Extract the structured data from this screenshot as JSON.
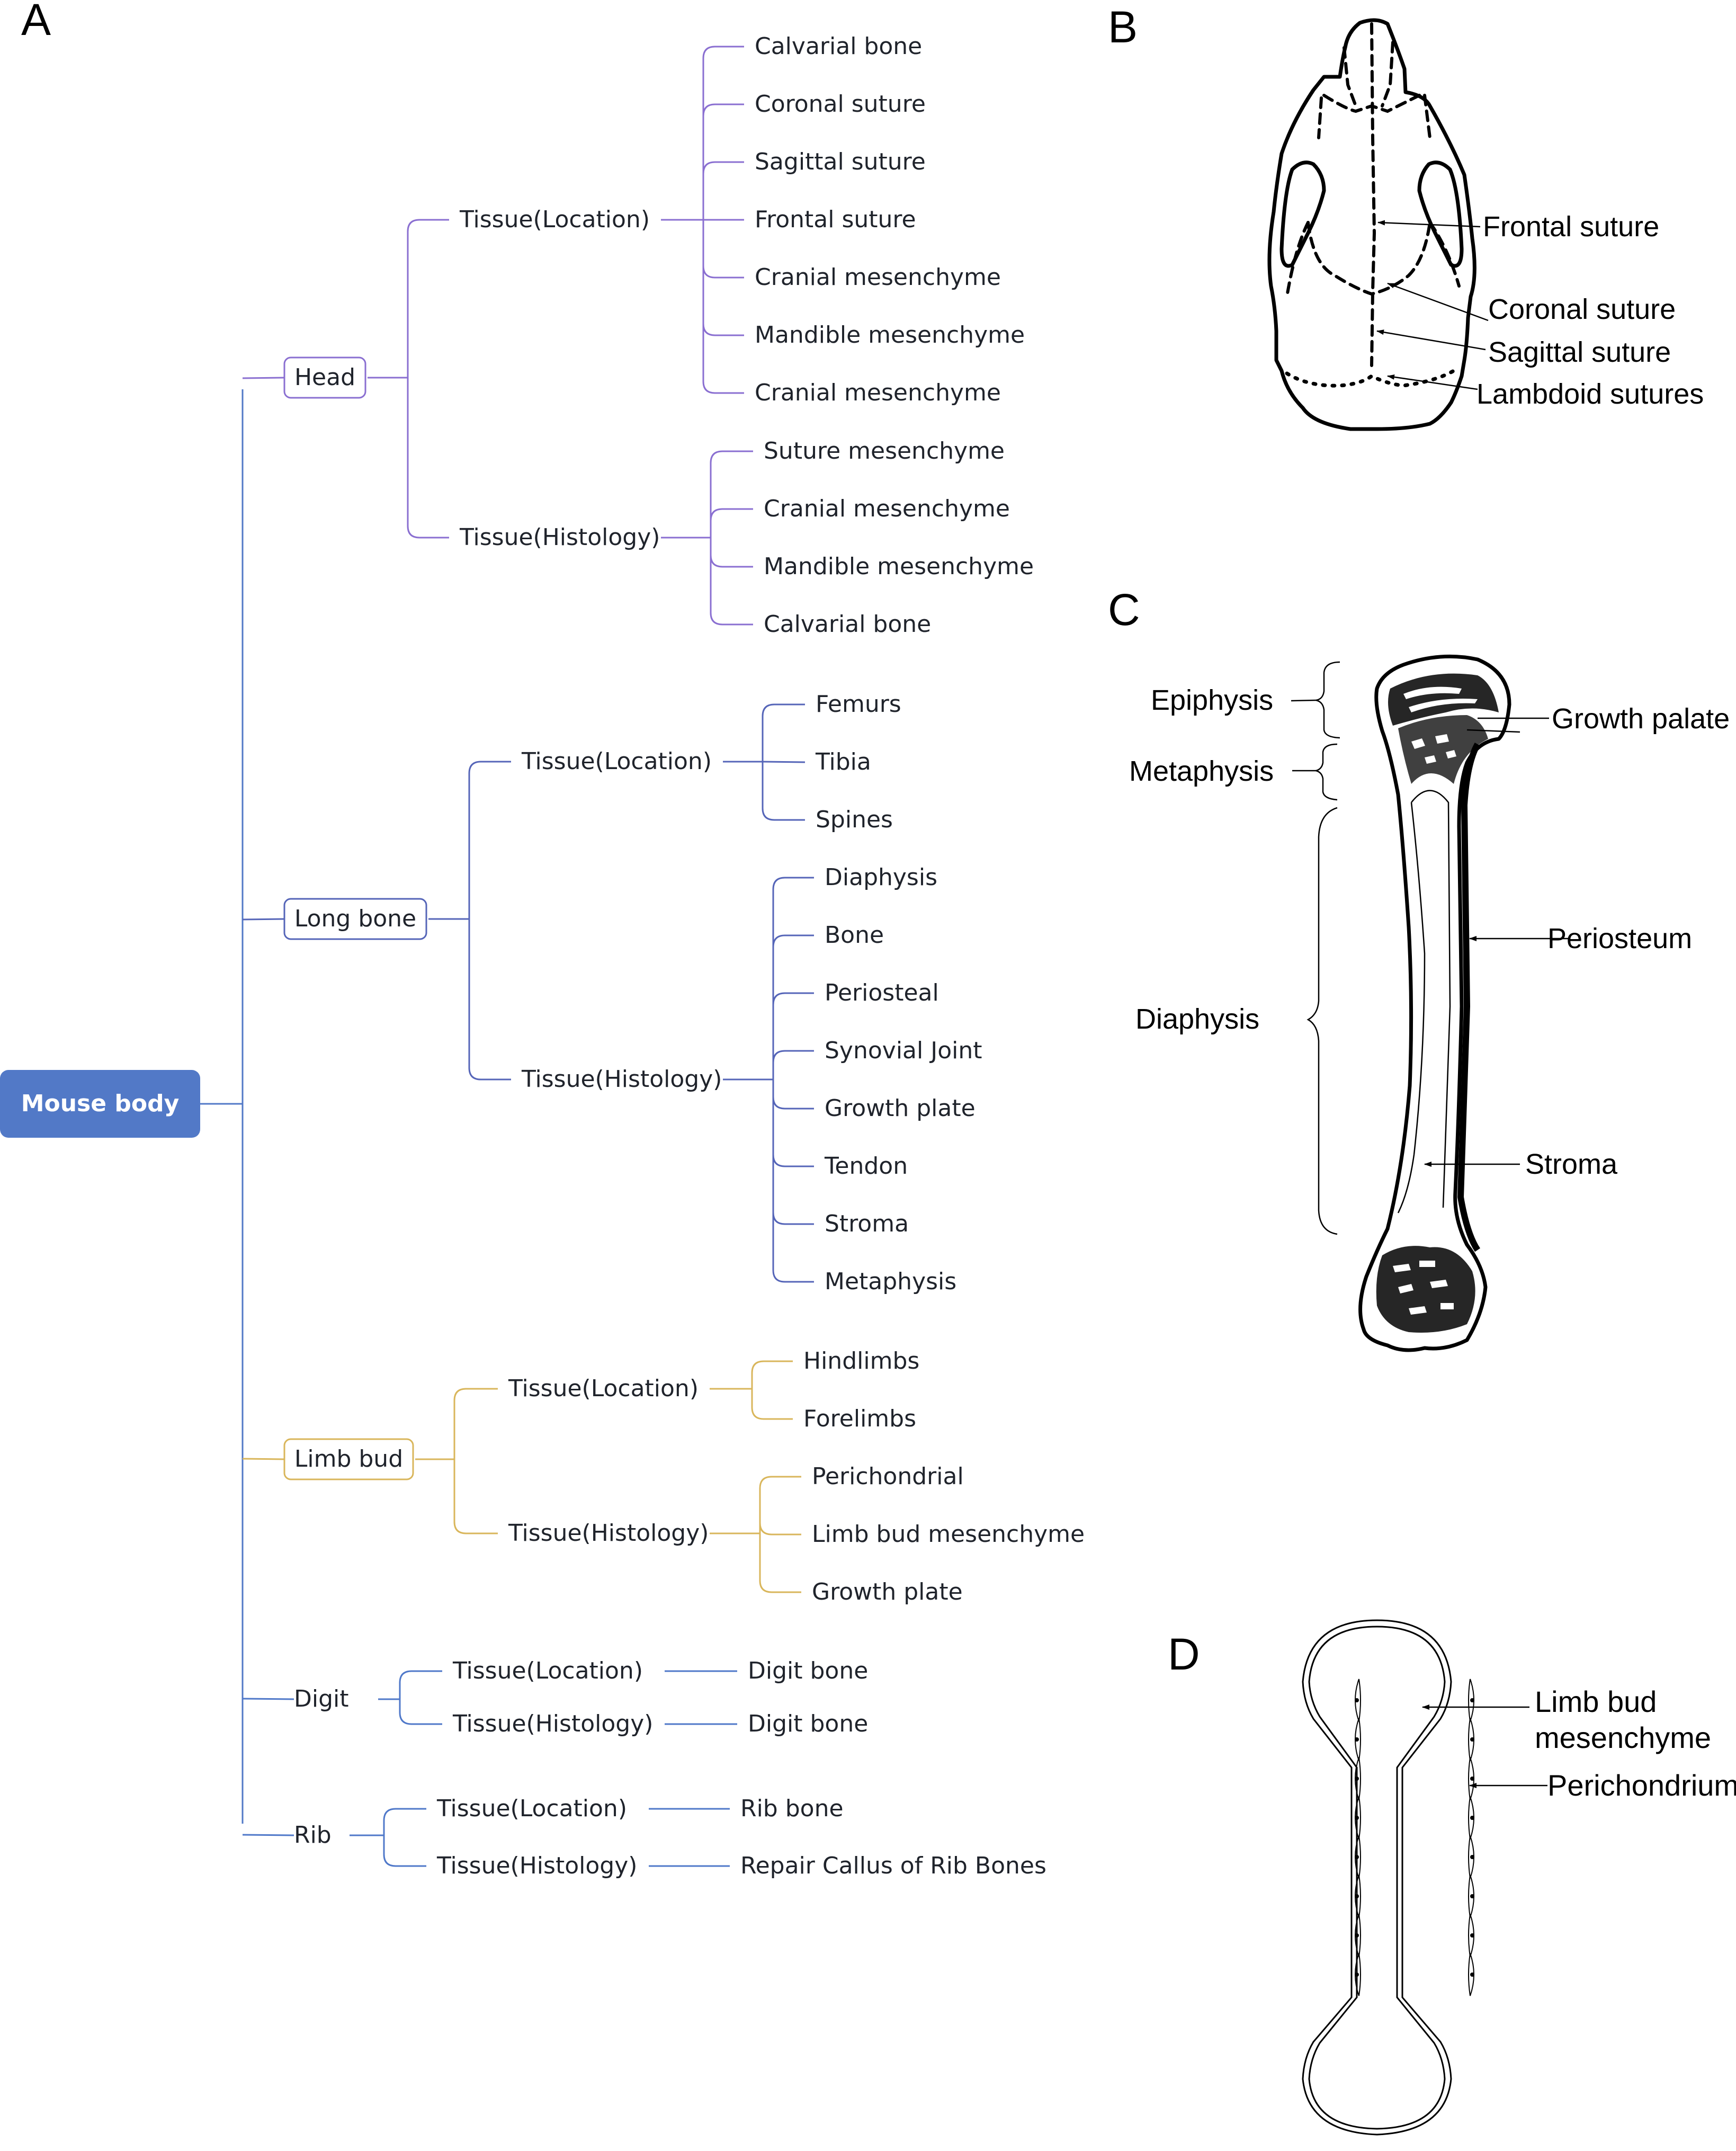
{
  "figure": {
    "panels": {
      "A": "A",
      "B": "B",
      "C": "C",
      "D": "D"
    }
  },
  "colors": {
    "root_fill": "#5279c7",
    "head": "#8a6fd1",
    "long_bone": "#5565b8",
    "limb_bud": "#d9b65b",
    "digit": "#4f78c9",
    "rib": "#4f78c9",
    "trunk": "#5279c7"
  },
  "mind_map": {
    "root": "Mouse body",
    "branches": [
      {
        "name": "Head",
        "boxed": true,
        "color_key": "head",
        "groups": [
          {
            "label": "Tissue(Location)",
            "items": [
              "Calvarial bone",
              "Coronal suture",
              "Sagittal suture",
              "Frontal suture",
              "Cranial mesenchyme",
              "Mandible mesenchyme",
              "Cranial mesenchyme"
            ]
          },
          {
            "label": "Tissue(Histology)",
            "items": [
              "Suture mesenchyme",
              "Cranial mesenchyme",
              "Mandible mesenchyme",
              "Calvarial bone"
            ]
          }
        ]
      },
      {
        "name": "Long bone",
        "boxed": true,
        "color_key": "long_bone",
        "groups": [
          {
            "label": "Tissue(Location)",
            "items": [
              "Femurs",
              "Tibia",
              "Spines"
            ]
          },
          {
            "label": "Tissue(Histology)",
            "items": [
              "Diaphysis",
              "Bone",
              "Periosteal",
              "Synovial Joint",
              "Growth plate",
              "Tendon",
              "Stroma",
              "Metaphysis"
            ]
          }
        ]
      },
      {
        "name": "Limb bud",
        "boxed": true,
        "color_key": "limb_bud",
        "groups": [
          {
            "label": "Tissue(Location)",
            "items": [
              "Hindlimbs",
              "Forelimbs"
            ]
          },
          {
            "label": "Tissue(Histology)",
            "items": [
              "Perichondrial",
              "Limb bud mesenchyme",
              "Growth plate"
            ]
          }
        ]
      },
      {
        "name": "Digit",
        "boxed": false,
        "color_key": "digit",
        "groups": [
          {
            "label": "Tissue(Location)",
            "items": [
              "Digit bone"
            ]
          },
          {
            "label": "Tissue(Histology)",
            "items": [
              "Digit bone"
            ]
          }
        ]
      },
      {
        "name": "Rib",
        "boxed": false,
        "color_key": "rib",
        "groups": [
          {
            "label": "Tissue(Location)",
            "items": [
              "Rib bone"
            ]
          },
          {
            "label": "Tissue(Histology)",
            "items": [
              "Repair Callus of Rib Bones"
            ]
          }
        ]
      }
    ]
  },
  "skull": {
    "labels": {
      "frontal": "Frontal suture",
      "coronal": "Coronal suture",
      "sagittal": "Sagittal suture",
      "lambdoid": "Lambdoid sutures"
    }
  },
  "long_bone_diagram": {
    "labels": {
      "epiphysis": "Epiphysis",
      "metaphysis": "Metaphysis",
      "diaphysis": "Diaphysis",
      "growth_plate": "Growth palate",
      "periosteum": "Periosteum",
      "stroma": "Stroma"
    }
  },
  "limb_bud_diagram": {
    "labels": {
      "mesenchyme_line1": "Limb bud",
      "mesenchyme_line2": "mesenchyme",
      "perichondrium": "Perichondrium"
    }
  }
}
